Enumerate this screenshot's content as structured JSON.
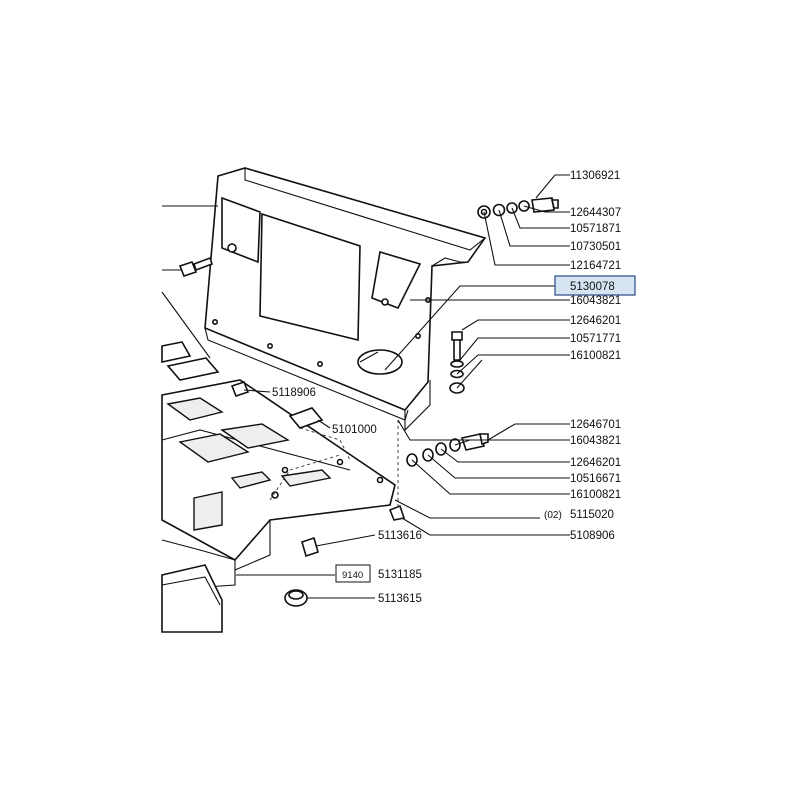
{
  "diagram": {
    "highlight_color": "#d7e4f3",
    "labels": {
      "p11306921": "11306921",
      "p12644307": "12644307",
      "p10571871": "10571871",
      "p10730501": "10730501",
      "p12164721": "12164721",
      "p5130078": "5130078",
      "p16043821a": "16043821",
      "p12646201a": "12646201",
      "p10571771": "10571771",
      "p16100821a": "16100821",
      "p12646701": "12646701",
      "p16043821b": "16043821",
      "p12646201b": "12646201",
      "p10516671": "10516671",
      "p16100821b": "16100821",
      "p5115020_qty": "(02)",
      "p5115020": "5115020",
      "p5108906": "5108906",
      "p5118906": "5118906",
      "p5101000": "5101000",
      "p5113616": "5113616",
      "p9140": "9140",
      "p5131185": "5131185",
      "p5113615": "5113615"
    }
  }
}
